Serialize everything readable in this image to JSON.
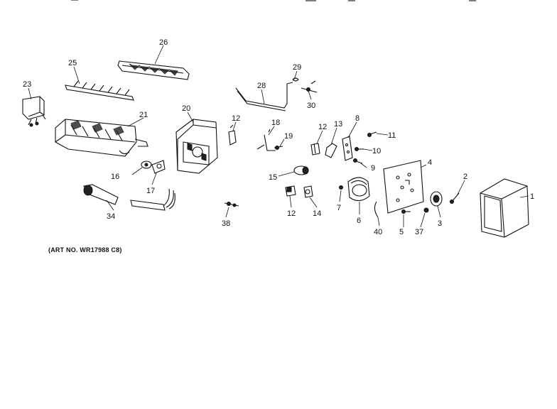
{
  "note": "(ART NO. WR17988 C8)",
  "labels": {
    "p1": "1",
    "p2": "2",
    "p3": "3",
    "p4": "4",
    "p5": "5",
    "p6": "6",
    "p7": "7",
    "p8": "8",
    "p9": "9",
    "p10": "10",
    "p11": "11",
    "p12a": "12",
    "p12b": "12",
    "p12c": "12",
    "p13": "13",
    "p14": "14",
    "p15": "15",
    "p16": "16",
    "p17": "17",
    "p18": "18",
    "p19": "19",
    "p20": "20",
    "p21": "21",
    "p23": "23",
    "p25": "25",
    "p26": "26",
    "p28": "28",
    "p29": "29",
    "p30": "30",
    "p34": "34",
    "p37": "37",
    "p38": "38",
    "p40": "40"
  }
}
